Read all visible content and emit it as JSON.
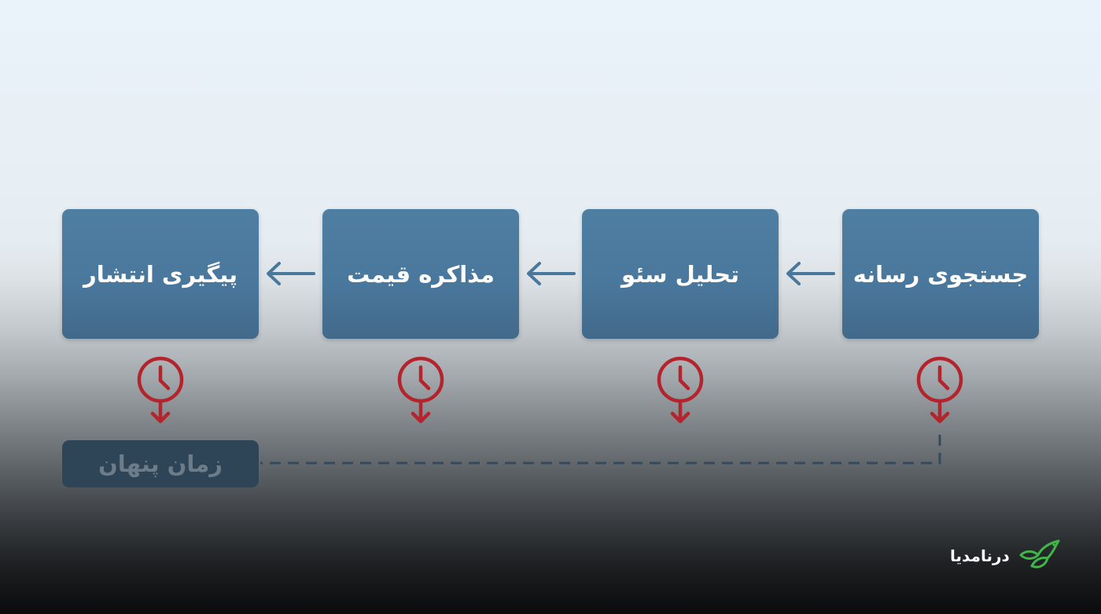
{
  "diagram": {
    "steps": [
      {
        "id": "media-search",
        "label": "جستجوی رسانه"
      },
      {
        "id": "seo-analysis",
        "label": "تحلیل سئو"
      },
      {
        "id": "price-negotiation",
        "label": "مذاکره قیمت"
      },
      {
        "id": "publish-followup",
        "label": "پیگیری انتشار"
      }
    ],
    "hidden_time_label": "زمان پنهان"
  },
  "brand": {
    "name": "درنامدیا",
    "logo_icon": "leaf-bird-logo-icon",
    "logo_color": "#3fb54a"
  },
  "colors": {
    "step_box": "#4a789d",
    "arrow": "#4a789d",
    "clock": "#b3242d",
    "hidden_box": "#2e4457",
    "connector": "#34495d"
  },
  "icons": {
    "arrow": "arrow-left-icon",
    "clock": "clock-down-icon"
  }
}
